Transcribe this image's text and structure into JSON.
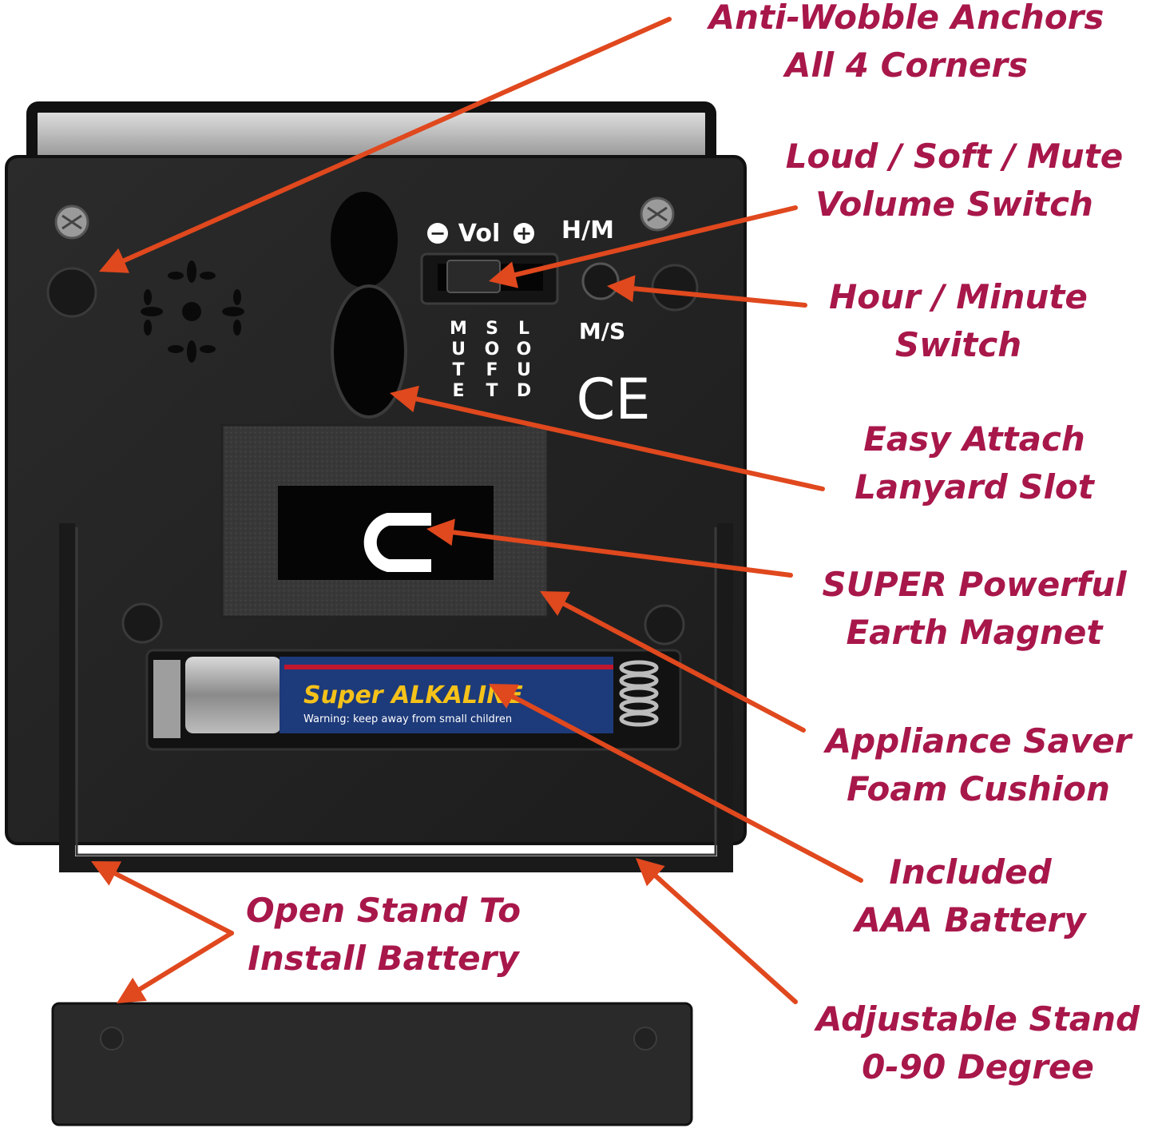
{
  "colors": {
    "label_text": "#a8174a",
    "arrow": "#e0481e",
    "device_body": "#232323",
    "device_edge": "#111111",
    "bezel": "#b9b9b9",
    "foam": "#3a3a3a",
    "device_print": "#ffffff",
    "battery_blue": "#1d3a7a",
    "battery_yellow": "#f5c21a"
  },
  "device": {
    "vol_label": "Vol",
    "vol_minus": "−",
    "vol_plus": "+",
    "hm_label": "H/M",
    "ms_label": "M/S",
    "ce_mark": "CE",
    "volume_positions": [
      {
        "letters": "MUTE"
      },
      {
        "letters": "SOFT"
      },
      {
        "letters": "LOUD"
      }
    ],
    "battery_brand": "Super ALKALINE",
    "battery_warning": "Warning: keep away from small children"
  },
  "callouts": {
    "anchors": {
      "line1": "Anti-Wobble Anchors",
      "line2": "All 4 Corners"
    },
    "volume": {
      "line1": "Loud / Soft / Mute",
      "line2": "Volume Switch"
    },
    "hour_minute": {
      "line1": "Hour / Minute",
      "line2": "Switch"
    },
    "lanyard": {
      "line1": "Easy Attach",
      "line2": "Lanyard Slot"
    },
    "magnet": {
      "line1": "SUPER Powerful",
      "line2": "Earth Magnet"
    },
    "foam": {
      "line1": "Appliance Saver",
      "line2": "Foam Cushion"
    },
    "battery": {
      "line1": "Included",
      "line2": "AAA Battery"
    },
    "open_stand": {
      "line1": "Open Stand To",
      "line2": "Install Battery"
    },
    "stand": {
      "line1": "Adjustable Stand",
      "line2": "0-90 Degree"
    }
  }
}
